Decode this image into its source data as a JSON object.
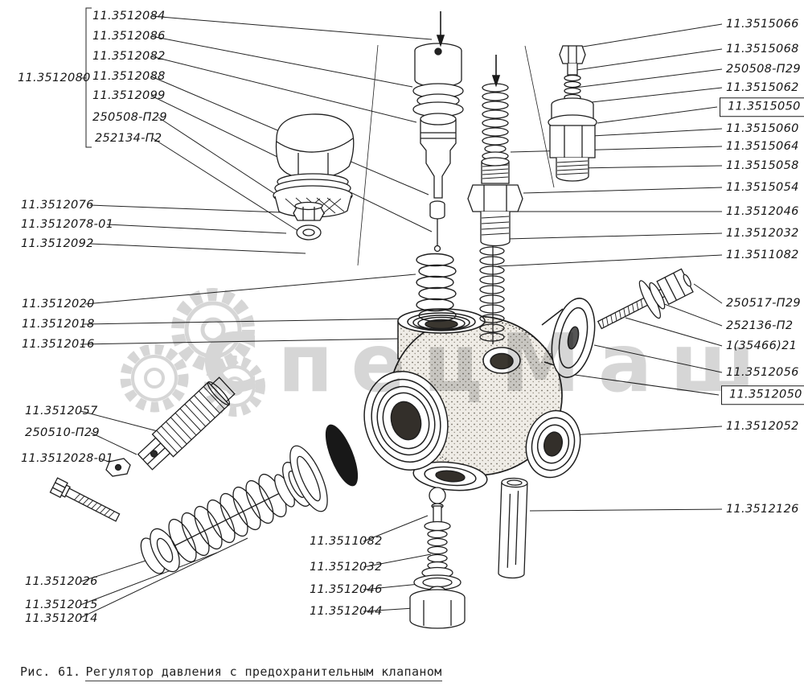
{
  "watermark": "СпецМаш",
  "caption_prefix": "Рис. 61.",
  "caption_title": "Регулятор давления с предохранительным клапаном",
  "labels": {
    "tl_group": [
      "11.3512084",
      "11.3512086",
      "11.3512082",
      "11.3512088",
      "11.3512099",
      "250508-П29",
      "252134-П2"
    ],
    "tl_outer": "11.3512080",
    "left_mid": [
      "11.3512076",
      "11.3512078-01",
      "11.3512092"
    ],
    "left_spring": [
      "11.3512020",
      "11.3512018",
      "11.3512016"
    ],
    "left_low": [
      "11.3512057",
      "250510-П29",
      "11.3512028-01"
    ],
    "bottom_left": [
      "11.3512026",
      "11.3512015",
      "11.3512014"
    ],
    "right_top": [
      "11.3515066",
      "11.3515068",
      "250508-П29",
      "11.3515062",
      "11.3515050",
      "11.3515060",
      "11.3515064",
      "11.3515058",
      "11.3515054"
    ],
    "right_mid": [
      "11.3512046",
      "11.3512032",
      "11.3511082"
    ],
    "right_bolt": [
      "250517-П29",
      "252136-П2",
      "1(35466)21"
    ],
    "right_body": [
      "11.3512056",
      "11.3512050",
      "11.3512052"
    ],
    "right_low": "11.3512126",
    "bottom_center": [
      "11.3511082",
      "11.3512032",
      "11.3512046",
      "11.3512044"
    ]
  }
}
